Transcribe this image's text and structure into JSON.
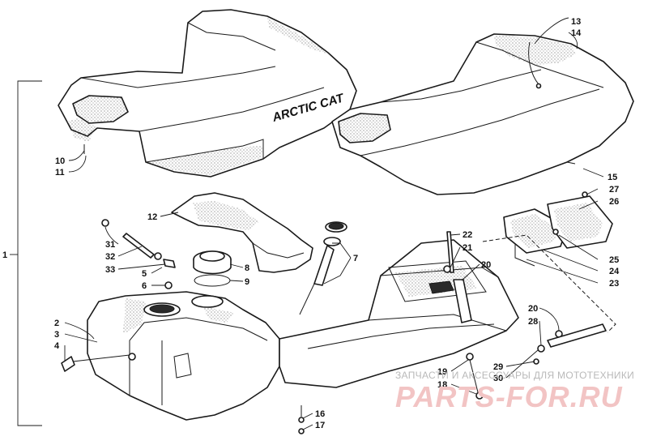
{
  "brand_text": "ARCTIC CAT",
  "group_label": "1",
  "callouts": [
    {
      "id": "c1",
      "text": "1"
    },
    {
      "id": "c2",
      "text": "2"
    },
    {
      "id": "c3",
      "text": "3"
    },
    {
      "id": "c4",
      "text": "4"
    },
    {
      "id": "c5",
      "text": "5"
    },
    {
      "id": "c6",
      "text": "6"
    },
    {
      "id": "c7",
      "text": "7"
    },
    {
      "id": "c8",
      "text": "8"
    },
    {
      "id": "c9",
      "text": "9"
    },
    {
      "id": "c10",
      "text": "10"
    },
    {
      "id": "c11",
      "text": "11"
    },
    {
      "id": "c12",
      "text": "12"
    },
    {
      "id": "c13",
      "text": "13"
    },
    {
      "id": "c14",
      "text": "14"
    },
    {
      "id": "c15",
      "text": "15"
    },
    {
      "id": "c16",
      "text": "16"
    },
    {
      "id": "c17",
      "text": "17"
    },
    {
      "id": "c18",
      "text": "18"
    },
    {
      "id": "c19",
      "text": "19"
    },
    {
      "id": "c20a",
      "text": "20"
    },
    {
      "id": "c20b",
      "text": "20"
    },
    {
      "id": "c21",
      "text": "21"
    },
    {
      "id": "c22",
      "text": "22"
    },
    {
      "id": "c23",
      "text": "23"
    },
    {
      "id": "c24",
      "text": "24"
    },
    {
      "id": "c25",
      "text": "25"
    },
    {
      "id": "c26",
      "text": "26"
    },
    {
      "id": "c27",
      "text": "27"
    },
    {
      "id": "c28",
      "text": "28"
    },
    {
      "id": "c29",
      "text": "29"
    },
    {
      "id": "c30",
      "text": "30"
    },
    {
      "id": "c31",
      "text": "31"
    },
    {
      "id": "c32",
      "text": "32"
    },
    {
      "id": "c33",
      "text": "33"
    }
  ],
  "watermark": {
    "caption": "ЗАПЧАСТИ И АКСЕССУАРЫ ДЛЯ МОТОТЕХНИКИ",
    "logo": "PARTS-FOR.RU"
  }
}
